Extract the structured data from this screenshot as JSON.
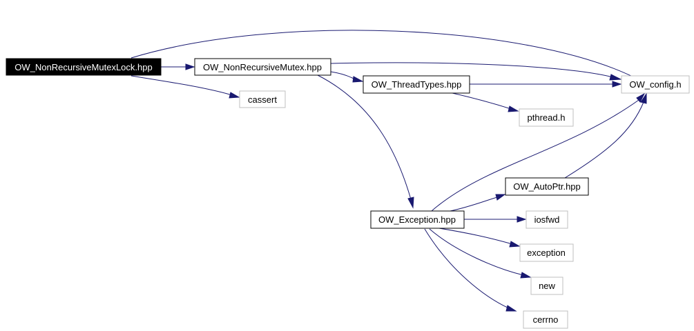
{
  "nodes": [
    {
      "id": "lock",
      "label": "OW_NonRecursiveMutexLock.hpp",
      "style": "root"
    },
    {
      "id": "mutex",
      "label": "OW_NonRecursiveMutex.hpp",
      "style": "local"
    },
    {
      "id": "cassert",
      "label": "cassert",
      "style": "external"
    },
    {
      "id": "threadtypes",
      "label": "OW_ThreadTypes.hpp",
      "style": "local"
    },
    {
      "id": "config",
      "label": "OW_config.h",
      "style": "external"
    },
    {
      "id": "pthread",
      "label": "pthread.h",
      "style": "external"
    },
    {
      "id": "autoptr",
      "label": "OW_AutoPtr.hpp",
      "style": "local"
    },
    {
      "id": "exception_hpp",
      "label": "OW_Exception.hpp",
      "style": "local"
    },
    {
      "id": "iosfwd",
      "label": "iosfwd",
      "style": "external"
    },
    {
      "id": "exception",
      "label": "exception",
      "style": "external"
    },
    {
      "id": "new",
      "label": "new",
      "style": "external"
    },
    {
      "id": "cerrno",
      "label": "cerrno",
      "style": "external"
    }
  ],
  "edges": [
    {
      "from": "lock",
      "to": "mutex"
    },
    {
      "from": "lock",
      "to": "config"
    },
    {
      "from": "lock",
      "to": "cassert"
    },
    {
      "from": "mutex",
      "to": "config"
    },
    {
      "from": "mutex",
      "to": "threadtypes"
    },
    {
      "from": "mutex",
      "to": "exception_hpp"
    },
    {
      "from": "threadtypes",
      "to": "config"
    },
    {
      "from": "threadtypes",
      "to": "pthread"
    },
    {
      "from": "exception_hpp",
      "to": "config"
    },
    {
      "from": "exception_hpp",
      "to": "autoptr"
    },
    {
      "from": "exception_hpp",
      "to": "iosfwd"
    },
    {
      "from": "exception_hpp",
      "to": "exception"
    },
    {
      "from": "exception_hpp",
      "to": "new"
    },
    {
      "from": "exception_hpp",
      "to": "cerrno"
    },
    {
      "from": "autoptr",
      "to": "config"
    }
  ],
  "colors": {
    "edge": "#191970",
    "root_fill": "#000000",
    "root_text": "#ffffff",
    "local_border": "#000000",
    "external_border": "#bfbfbf",
    "text": "#000000"
  }
}
